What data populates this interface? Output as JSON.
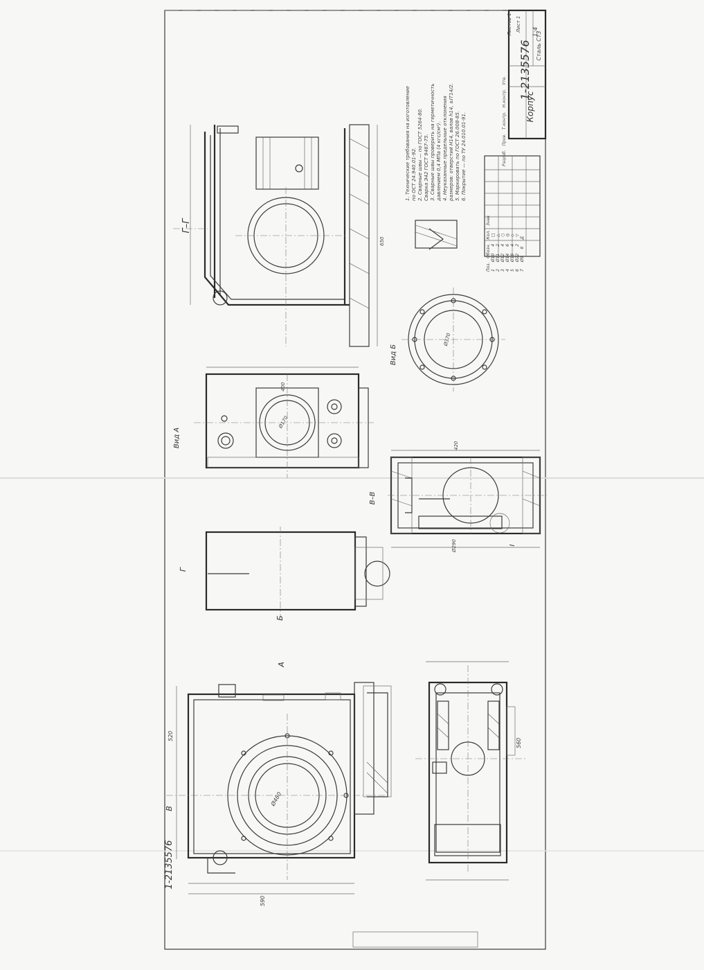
{
  "drawing": {
    "number": "1-2135576",
    "number_stamp": "1-2135576",
    "part_name": "Корпус",
    "views": {
      "section_gg": "Г–Г",
      "view_a": "Вид А",
      "section_vv": "В–В",
      "view_b": "Вид Б",
      "cut_label_a": "А",
      "cut_label_b": "Б",
      "cut_label_v": "В",
      "cut_label_g": "Г",
      "detail_i": "I"
    },
    "dimensions": {
      "d_main": "Ø480",
      "overall_width": "590",
      "height_520": "520",
      "height_560": "560",
      "bolt_circle": "Ø370",
      "width_400": "400",
      "width_420": "420",
      "d_170": "Ø170",
      "length_650": "650",
      "d_290": "Ø290"
    },
    "notes": [
      "1. Технические требования на изготовление",
      "по ОСТ 24.940.01-92.",
      "2. Сварные швы — по ГОСТ 5264-80.",
      "Сварка Э42 ГОСТ 9467-75.",
      "3. Сварные швы проверить на герметичность",
      "давлением 0,4 МПа (4 кгс/см²).",
      "4. Неуказанные предельные отклонения",
      "размеров: отверстий H14, валов h14, ±IT14/2.",
      "5. Маркировать по ГОСТ 26.008-85.",
      "6. Покрытие — по ТУ 24.010.01-91."
    ],
    "table": {
      "headers": [
        "Поз.",
        "Обозн.",
        "Кол.",
        "Знак"
      ],
      "rows": [
        [
          "1",
          "Ø10",
          "4",
          "□"
        ],
        [
          "2",
          "Ø11",
          "2",
          "△"
        ],
        [
          "3",
          "Ø12",
          "4",
          "○"
        ],
        [
          "4",
          "Ø14",
          "6",
          "◎"
        ],
        [
          "5",
          "Ø18",
          "4",
          "◇"
        ],
        [
          "6",
          "Ø22",
          "2",
          "▽"
        ],
        [
          "7",
          "Ø9",
          "8",
          "Д"
        ]
      ]
    },
    "title_block": {
      "name": "Корпус",
      "material": "Сталь Ст3",
      "scale": "1:4",
      "sheet": "Лист 1",
      "sheets": "Листов 1",
      "roles": [
        "Разраб.",
        "Пров.",
        "Т.контр.",
        "Н.контр.",
        "Утв."
      ]
    }
  }
}
